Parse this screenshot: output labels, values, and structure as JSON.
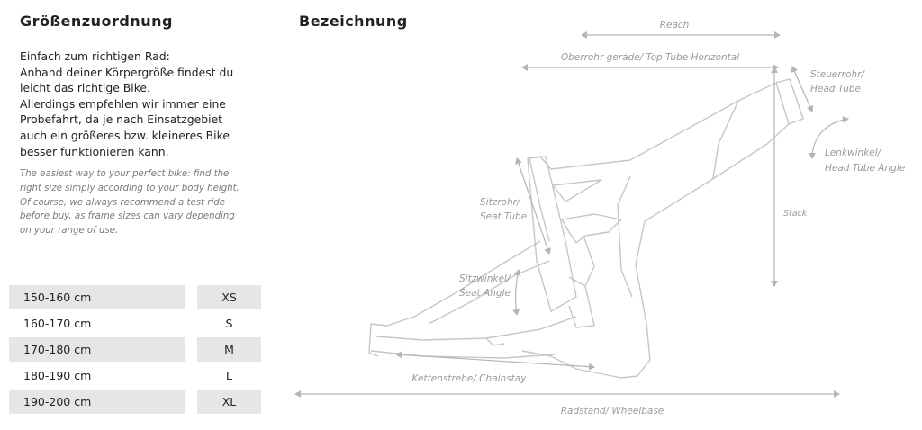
{
  "left": {
    "title": "Größenzuordnung",
    "intro_lines": [
      "Einfach zum richtigen Rad:",
      "Anhand deiner Körpergröße findest du",
      "leicht das richtige Bike.",
      "Allerdings empfehlen wir immer eine",
      "Probefahrt, da je nach Einsatzgebiet",
      "auch ein größeres bzw. kleineres Bike",
      "besser funktionieren kann."
    ],
    "english_lines": [
      "The easiest way to your perfect bike: find the",
      "right size simply according to your body height.",
      "Of course, we always recommend a test ride",
      "before buy, as frame sizes can vary depending",
      "on your range of use."
    ],
    "sizes": [
      {
        "range": "150-160 cm",
        "size": "XS"
      },
      {
        "range": "160-170 cm",
        "size": "S"
      },
      {
        "range": "170-180 cm",
        "size": "M"
      },
      {
        "range": "180-190 cm",
        "size": "L"
      },
      {
        "range": "190-200 cm",
        "size": "XL"
      }
    ]
  },
  "right": {
    "title": "Bezeichnung",
    "labels": {
      "reach": "Reach",
      "top_tube": "Oberrohr gerade/ Top Tube Horizontal",
      "head_tube_1": "Steuerrohr/",
      "head_tube_2": "Head Tube",
      "head_angle_1": "Lenkwinkel/",
      "head_angle_2": "Head Tube Angle",
      "stack": "Stack",
      "seat_tube_1": "Sitzrohr/",
      "seat_tube_2": "Seat Tube",
      "seat_angle_1": "Sitzwinkel/",
      "seat_angle_2": "Seat Angle",
      "chainstay": "Kettenstrebe/ Chainstay",
      "wheelbase": "Radstand/ Wheelbase"
    }
  },
  "colors": {
    "row_shade": "#e6e6e6",
    "diagram_line": "#c6c6c6",
    "label_text": "#9a9a9a"
  }
}
